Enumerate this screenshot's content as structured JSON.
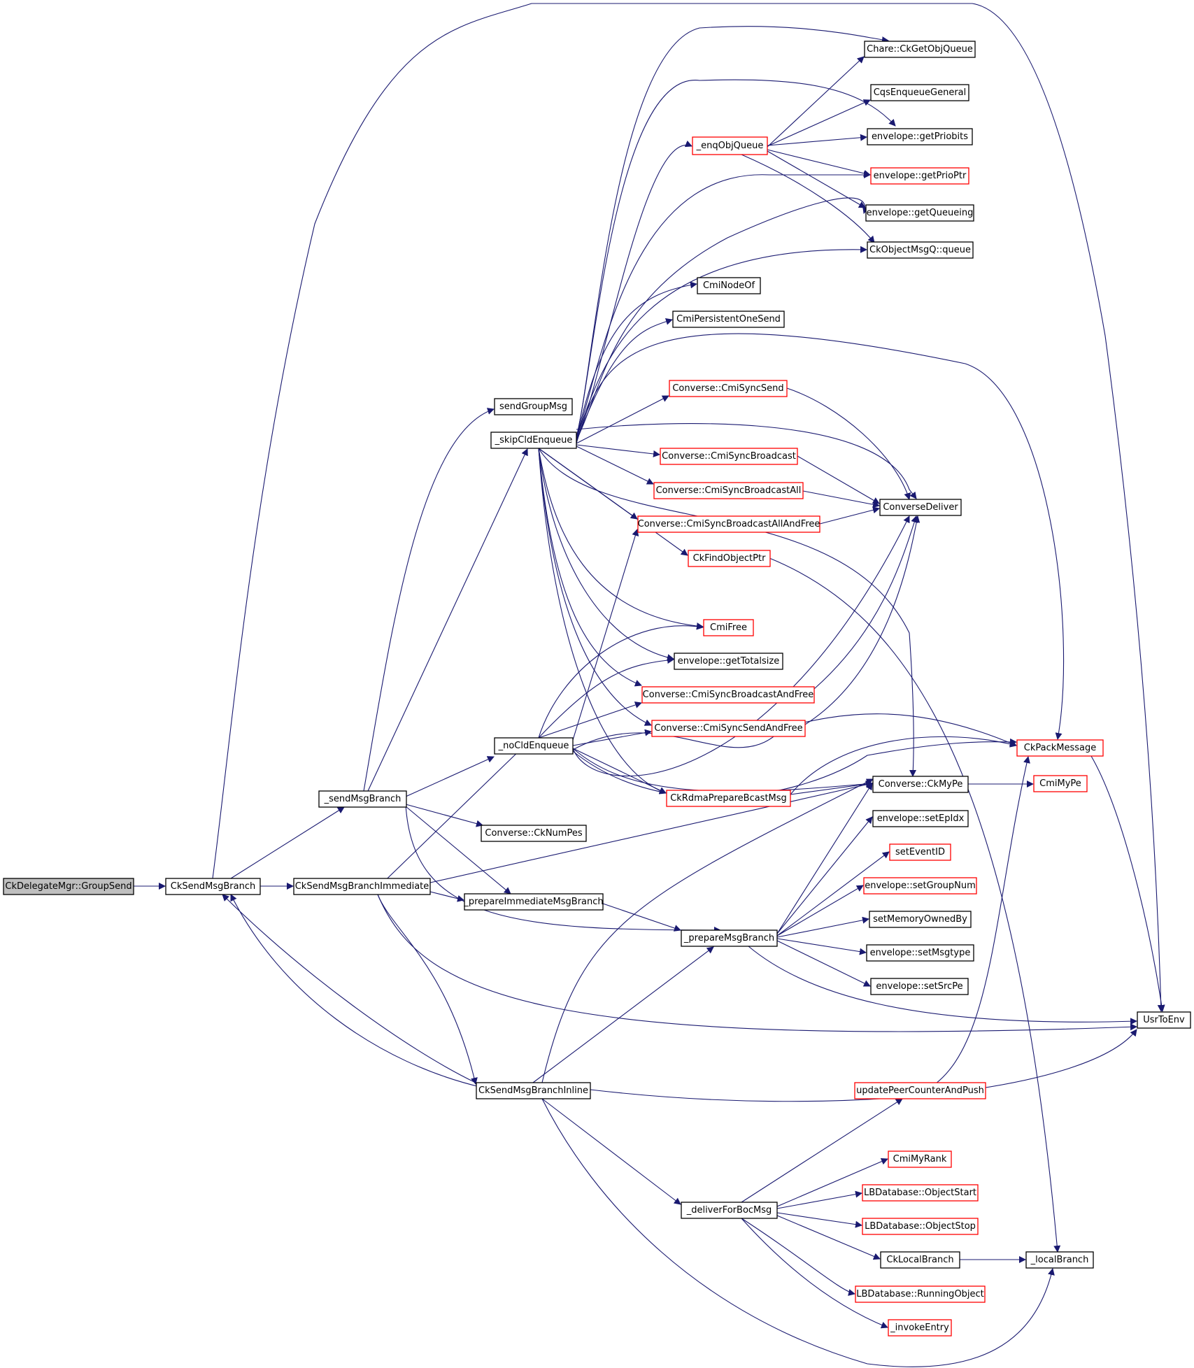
{
  "colors": {
    "edge": "#191970",
    "node_border": "#000000",
    "node_border_external": "#ff0000",
    "root_fill": "#bfbfbf",
    "node_fill": "#ffffff"
  },
  "nodes": [
    {
      "id": "n0",
      "label": "CkDelegateMgr::GroupSend",
      "kind": "root"
    },
    {
      "id": "n1",
      "label": "CkSendMsgBranch",
      "kind": "normal"
    },
    {
      "id": "n2",
      "label": "_sendMsgBranch",
      "kind": "normal"
    },
    {
      "id": "n3",
      "label": "CkSendMsgBranchImmediate",
      "kind": "normal"
    },
    {
      "id": "n4",
      "label": "CkSendMsgBranchInline",
      "kind": "normal"
    },
    {
      "id": "n5",
      "label": "sendGroupMsg",
      "kind": "normal"
    },
    {
      "id": "n6",
      "label": "_skipCldEnqueue",
      "kind": "normal"
    },
    {
      "id": "n7",
      "label": "_noCldEnqueue",
      "kind": "normal"
    },
    {
      "id": "n8",
      "label": "Converse::CkNumPes",
      "kind": "normal"
    },
    {
      "id": "n9",
      "label": "_prepareImmediateMsgBranch",
      "kind": "normal"
    },
    {
      "id": "n10",
      "label": "_prepareMsgBranch",
      "kind": "normal"
    },
    {
      "id": "n11",
      "label": "_deliverForBocMsg",
      "kind": "normal"
    },
    {
      "id": "n12",
      "label": "_enqObjQueue",
      "kind": "red"
    },
    {
      "id": "n13",
      "label": "CmiNodeOf",
      "kind": "normal"
    },
    {
      "id": "n14",
      "label": "CmiPersistentOneSend",
      "kind": "normal"
    },
    {
      "id": "n15",
      "label": "Converse::CmiSyncSend",
      "kind": "red"
    },
    {
      "id": "n16",
      "label": "Converse::CmiSyncBroadcast",
      "kind": "red"
    },
    {
      "id": "n17",
      "label": "Converse::CmiSyncBroadcastAll",
      "kind": "red"
    },
    {
      "id": "n18",
      "label": "Converse::CmiSyncBroadcastAllAndFree",
      "kind": "red"
    },
    {
      "id": "n19",
      "label": "CkFindObjectPtr",
      "kind": "red"
    },
    {
      "id": "n20",
      "label": "CmiFree",
      "kind": "red"
    },
    {
      "id": "n21",
      "label": "envelope::getTotalsize",
      "kind": "normal"
    },
    {
      "id": "n22",
      "label": "Converse::CmiSyncBroadcastAndFree",
      "kind": "red"
    },
    {
      "id": "n23",
      "label": "Converse::CmiSyncSendAndFree",
      "kind": "red"
    },
    {
      "id": "n24",
      "label": "CkRdmaPrepareBcastMsg",
      "kind": "red"
    },
    {
      "id": "n25",
      "label": "Chare::CkGetObjQueue",
      "kind": "normal"
    },
    {
      "id": "n26",
      "label": "CqsEnqueueGeneral",
      "kind": "normal"
    },
    {
      "id": "n27",
      "label": "envelope::getPriobits",
      "kind": "normal"
    },
    {
      "id": "n28",
      "label": "envelope::getPrioPtr",
      "kind": "red"
    },
    {
      "id": "n29",
      "label": "envelope::getQueueing",
      "kind": "normal"
    },
    {
      "id": "n30",
      "label": "CkObjectMsgQ::queue",
      "kind": "normal"
    },
    {
      "id": "n31",
      "label": "ConverseDeliver",
      "kind": "normal"
    },
    {
      "id": "n32",
      "label": "Converse::CkMyPe",
      "kind": "normal"
    },
    {
      "id": "n33",
      "label": "envelope::setEpIdx",
      "kind": "normal"
    },
    {
      "id": "n34",
      "label": "setEventID",
      "kind": "red"
    },
    {
      "id": "n35",
      "label": "envelope::setGroupNum",
      "kind": "red"
    },
    {
      "id": "n36",
      "label": "setMemoryOwnedBy",
      "kind": "normal"
    },
    {
      "id": "n37",
      "label": "envelope::setMsgtype",
      "kind": "normal"
    },
    {
      "id": "n38",
      "label": "envelope::setSrcPe",
      "kind": "normal"
    },
    {
      "id": "n39",
      "label": "updatePeerCounterAndPush",
      "kind": "red"
    },
    {
      "id": "n40",
      "label": "CmiMyRank",
      "kind": "red"
    },
    {
      "id": "n41",
      "label": "LBDatabase::ObjectStart",
      "kind": "red"
    },
    {
      "id": "n42",
      "label": "LBDatabase::ObjectStop",
      "kind": "red"
    },
    {
      "id": "n43",
      "label": "CkLocalBranch",
      "kind": "normal"
    },
    {
      "id": "n44",
      "label": "LBDatabase::RunningObject",
      "kind": "red"
    },
    {
      "id": "n45",
      "label": "_invokeEntry",
      "kind": "red"
    },
    {
      "id": "n46",
      "label": "CkPackMessage",
      "kind": "red"
    },
    {
      "id": "n47",
      "label": "CmiMyPe",
      "kind": "red"
    },
    {
      "id": "n48",
      "label": "UsrToEnv",
      "kind": "normal"
    },
    {
      "id": "n49",
      "label": "_localBranch",
      "kind": "normal"
    }
  ]
}
